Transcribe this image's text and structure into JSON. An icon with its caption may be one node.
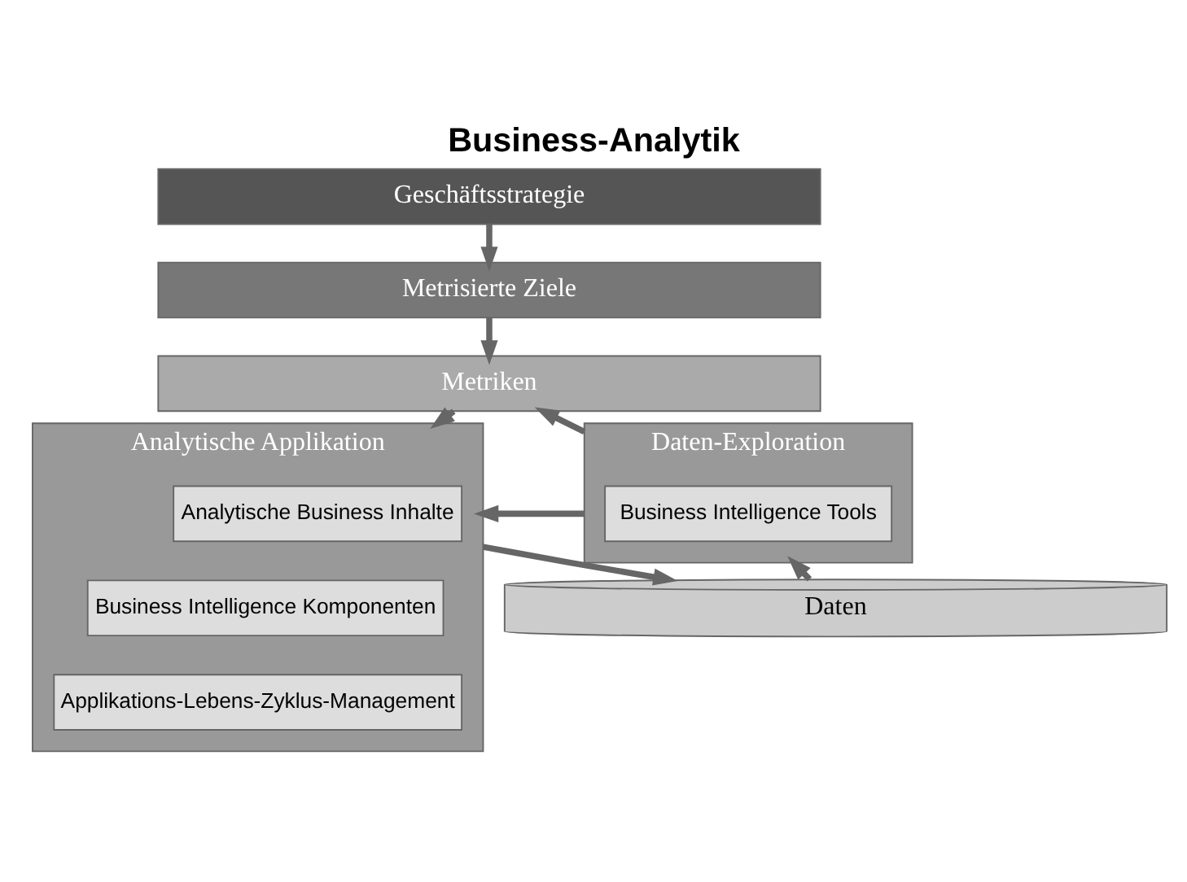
{
  "diagram": {
    "title": "Business-Analytik",
    "nodes": [
      {
        "text": [
          "Geschäftsstrategie"
        ]
      },
      {
        "text": [
          "Metrisierte Ziele"
        ]
      },
      {
        "text": [
          "Metriken"
        ]
      },
      {
        "text": [
          "Analytische Applikation"
        ]
      },
      {
        "text": [
          "Analytische Business Inhalte"
        ],
        "in": 3
      },
      {
        "text": [
          "Business Intelligence Komponenten"
        ],
        "in": 3
      },
      {
        "text": [
          "Applikations-Lebens-Zyklus-Management"
        ],
        "in": 3
      },
      {
        "text": [
          "Daten-Exploration"
        ]
      },
      {
        "text": [
          "Business Intelligence Tools"
        ],
        "in": 7
      },
      {
        "text": [
          "Daten"
        ]
      }
    ],
    "edges": [
      {
        "from": 0,
        "to": 1,
        "arrow": "to"
      },
      {
        "from": 1,
        "to": 2,
        "arrow": "to"
      },
      {
        "from": 2,
        "to": 3,
        "arrow": "to"
      },
      {
        "from": 7,
        "to": 2,
        "arrow": "to"
      },
      {
        "from": 7,
        "to": 3,
        "arrow": "to"
      },
      {
        "from": 3,
        "to": 9,
        "arrow": "to"
      },
      {
        "from": 9,
        "to": 7,
        "arrow": "to"
      }
    ]
  }
}
